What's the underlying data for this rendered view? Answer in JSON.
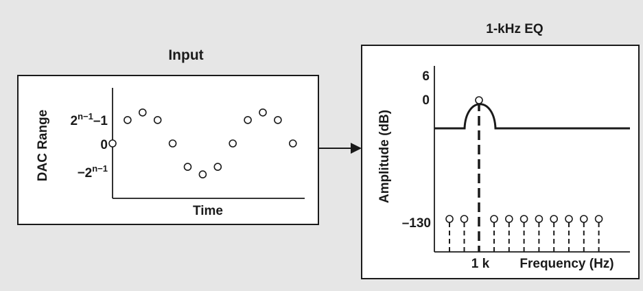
{
  "input_panel": {
    "title": "Input",
    "y_axis_label": "DAC Range",
    "x_axis_label": "Time",
    "tick_top_base": "2",
    "tick_top_exp": "n−1",
    "tick_top_suffix": "–1",
    "tick_zero": "0",
    "tick_bottom_base": "−2",
    "tick_bottom_exp": "n−1",
    "samples": [
      0,
      0.62,
      0.82,
      0.62,
      0,
      -0.62,
      -0.82,
      -0.62,
      0,
      0.62,
      0.82,
      0.62,
      0
    ]
  },
  "eq_panel": {
    "title": "1-kHz EQ",
    "y_axis_label": "Amplitude (dB)",
    "x_axis_label": "Frequency (Hz)",
    "x_tick_label": "1 k",
    "y_ticks": [
      "6",
      "0",
      "–130"
    ],
    "signal_tone_db": 0,
    "stem_count_left": 2,
    "stem_count_right": 8
  },
  "colors": {
    "background": "#e6e6e6",
    "panel": "#ffffff",
    "ink": "#1a1a1a"
  }
}
